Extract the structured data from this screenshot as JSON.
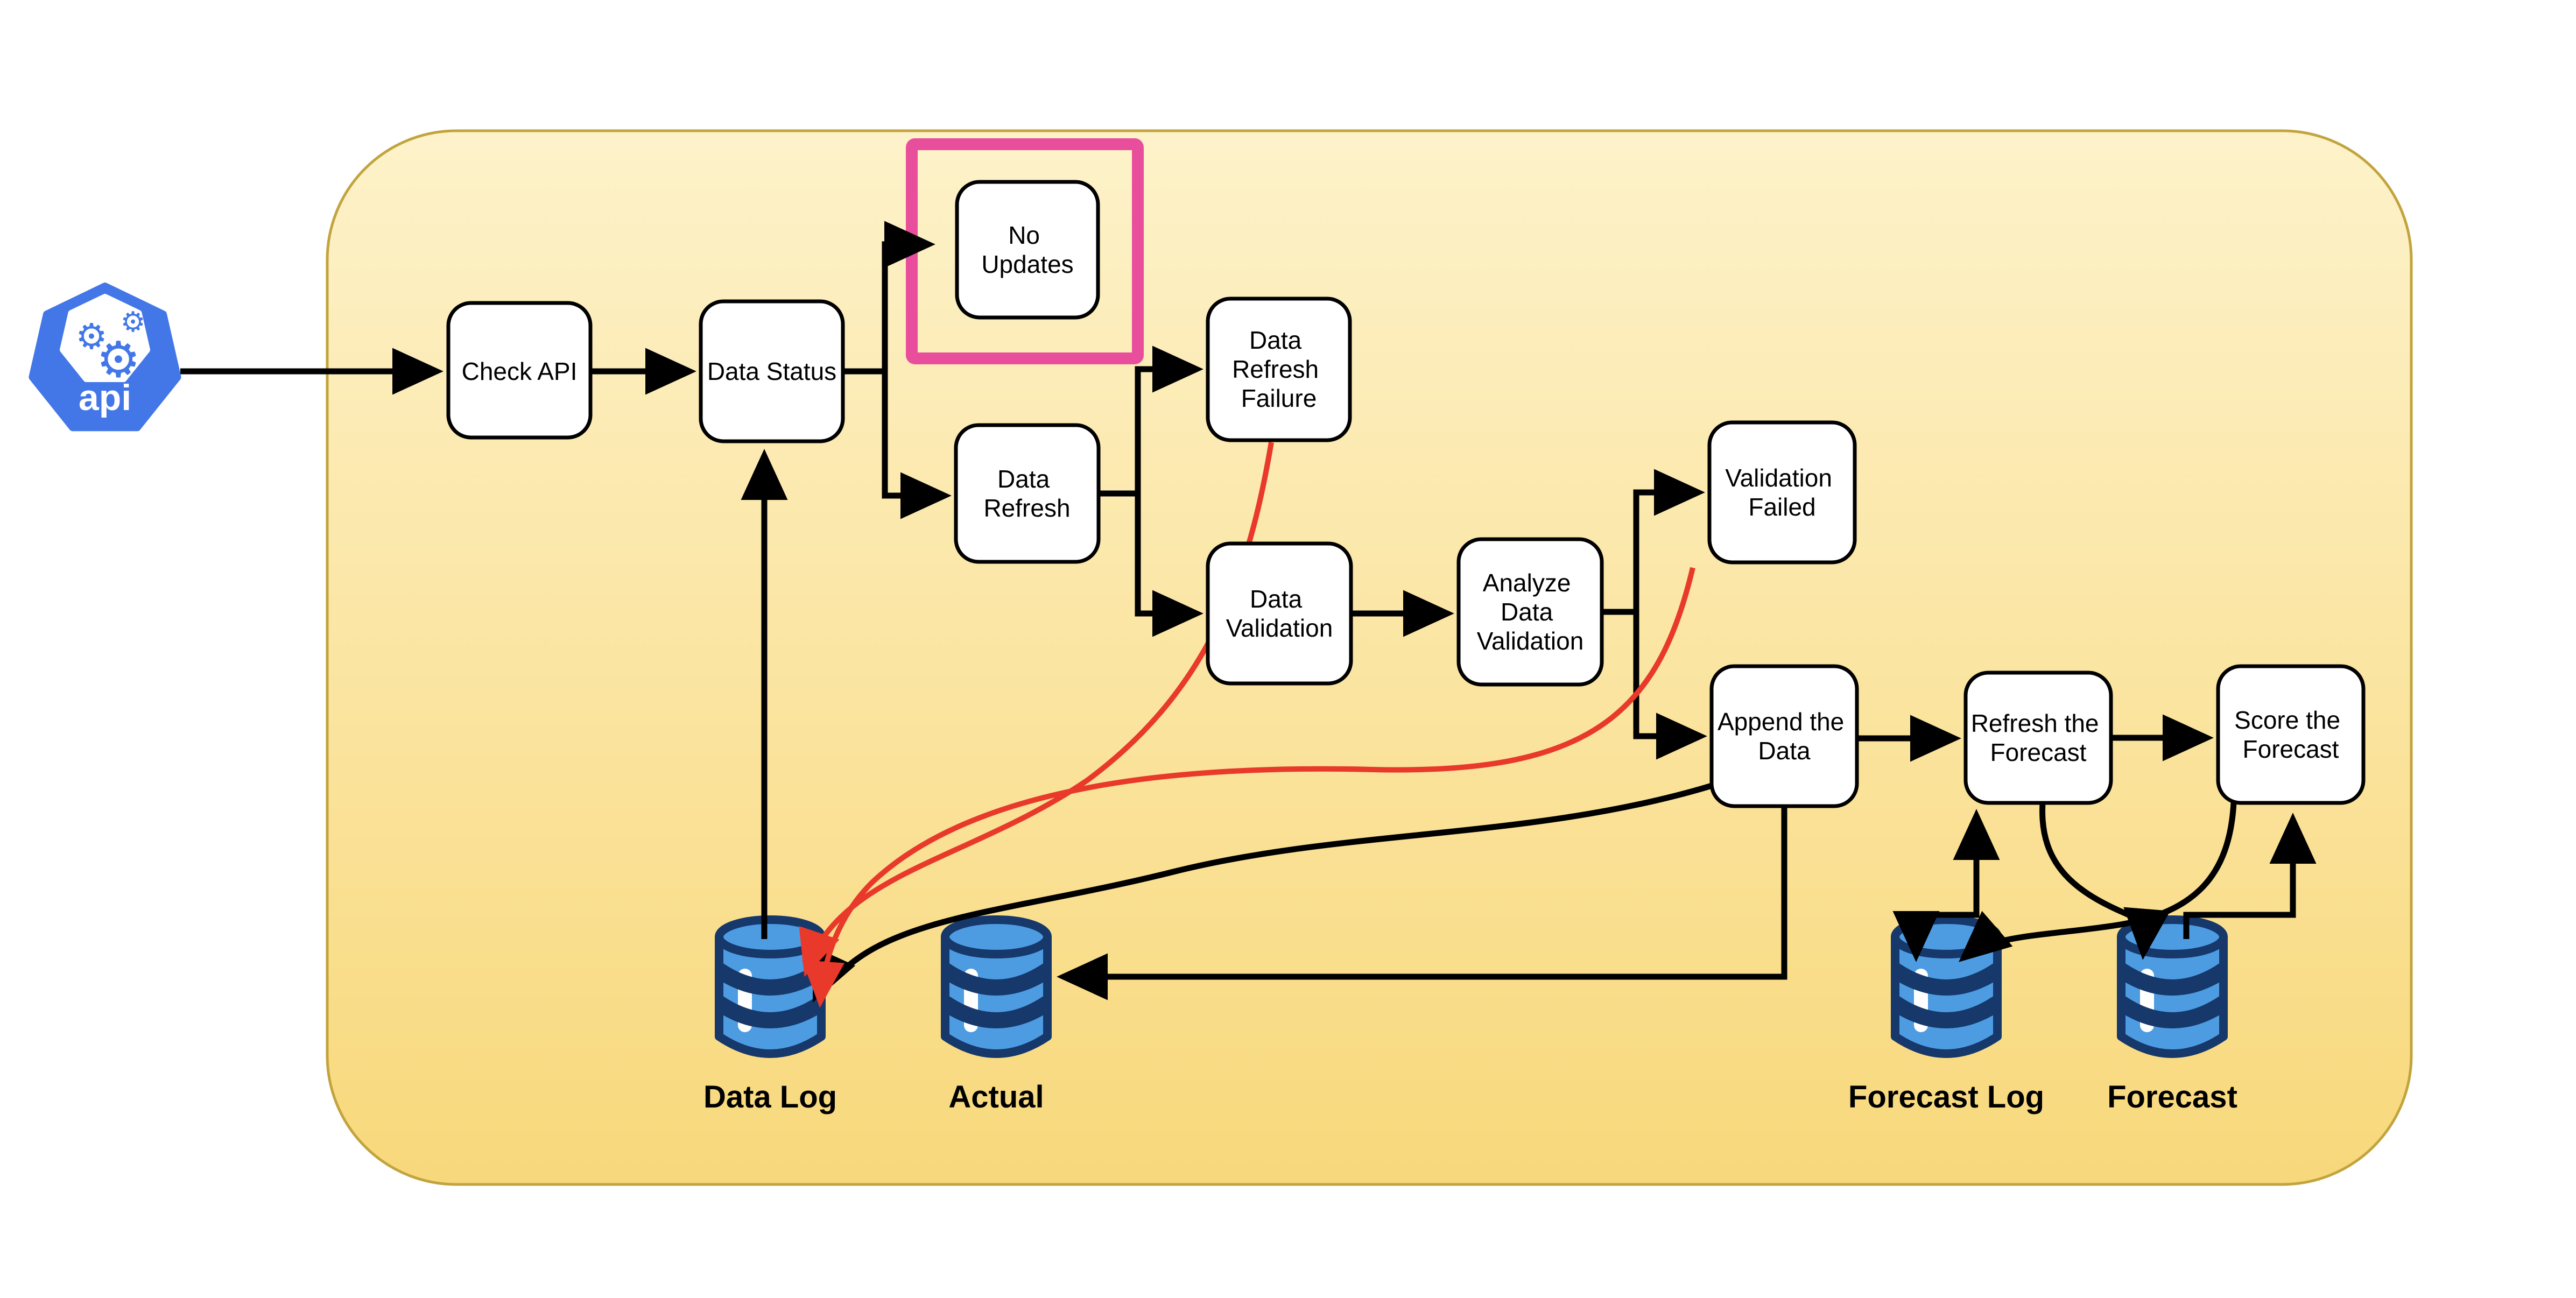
{
  "diagram": {
    "api_icon": {
      "label": "api",
      "gear_glyph": "⚙"
    },
    "nodes": {
      "check_api": {
        "label": "Check API",
        "lines": [
          "Check API"
        ]
      },
      "data_status": {
        "label": "Data Status",
        "lines": [
          "Data Status"
        ]
      },
      "no_updates": {
        "label": "No Updates",
        "lines": [
          "No",
          "Updates"
        ]
      },
      "data_refresh": {
        "label": "Data Refresh",
        "lines": [
          "Data",
          "Refresh"
        ]
      },
      "data_refresh_failure": {
        "label": "Data Refresh Failure",
        "lines": [
          "Data",
          "Refresh",
          "Failure"
        ]
      },
      "data_validation": {
        "label": "Data Validation",
        "lines": [
          "Data",
          "Validation"
        ]
      },
      "analyze_data_validation": {
        "label": "Analyze Data Validation",
        "lines": [
          "Analyze",
          "Data",
          "Validation"
        ]
      },
      "validation_failed": {
        "label": "Validation Failed",
        "lines": [
          "Validation",
          "Failed"
        ]
      },
      "append_the_data": {
        "label": "Append the Data",
        "lines": [
          "Append the",
          "Data"
        ]
      },
      "refresh_the_forecast": {
        "label": "Refresh the Forecast",
        "lines": [
          "Refresh the",
          "Forecast"
        ]
      },
      "score_the_forecast": {
        "label": "Score the Forecast",
        "lines": [
          "Score the",
          "Forecast"
        ]
      }
    },
    "databases": {
      "data_log": {
        "label": "Data Log"
      },
      "actual": {
        "label": "Actual"
      },
      "forecast_log": {
        "label": "Forecast Log"
      },
      "forecast": {
        "label": "Forecast"
      }
    },
    "colors": {
      "arrow_black": "#000000",
      "error_red": "#e8392a",
      "highlight_pink": "#e94e9c",
      "container_border": "#c2a43e",
      "container_top": "#fdf2ca",
      "container_bottom": "#f8d87b",
      "api_blue": "#4377e8",
      "db_outline": "#16386b",
      "db_fill": "#4d9ce2",
      "node_fill": "#ffffff",
      "node_border": "#000000"
    }
  }
}
